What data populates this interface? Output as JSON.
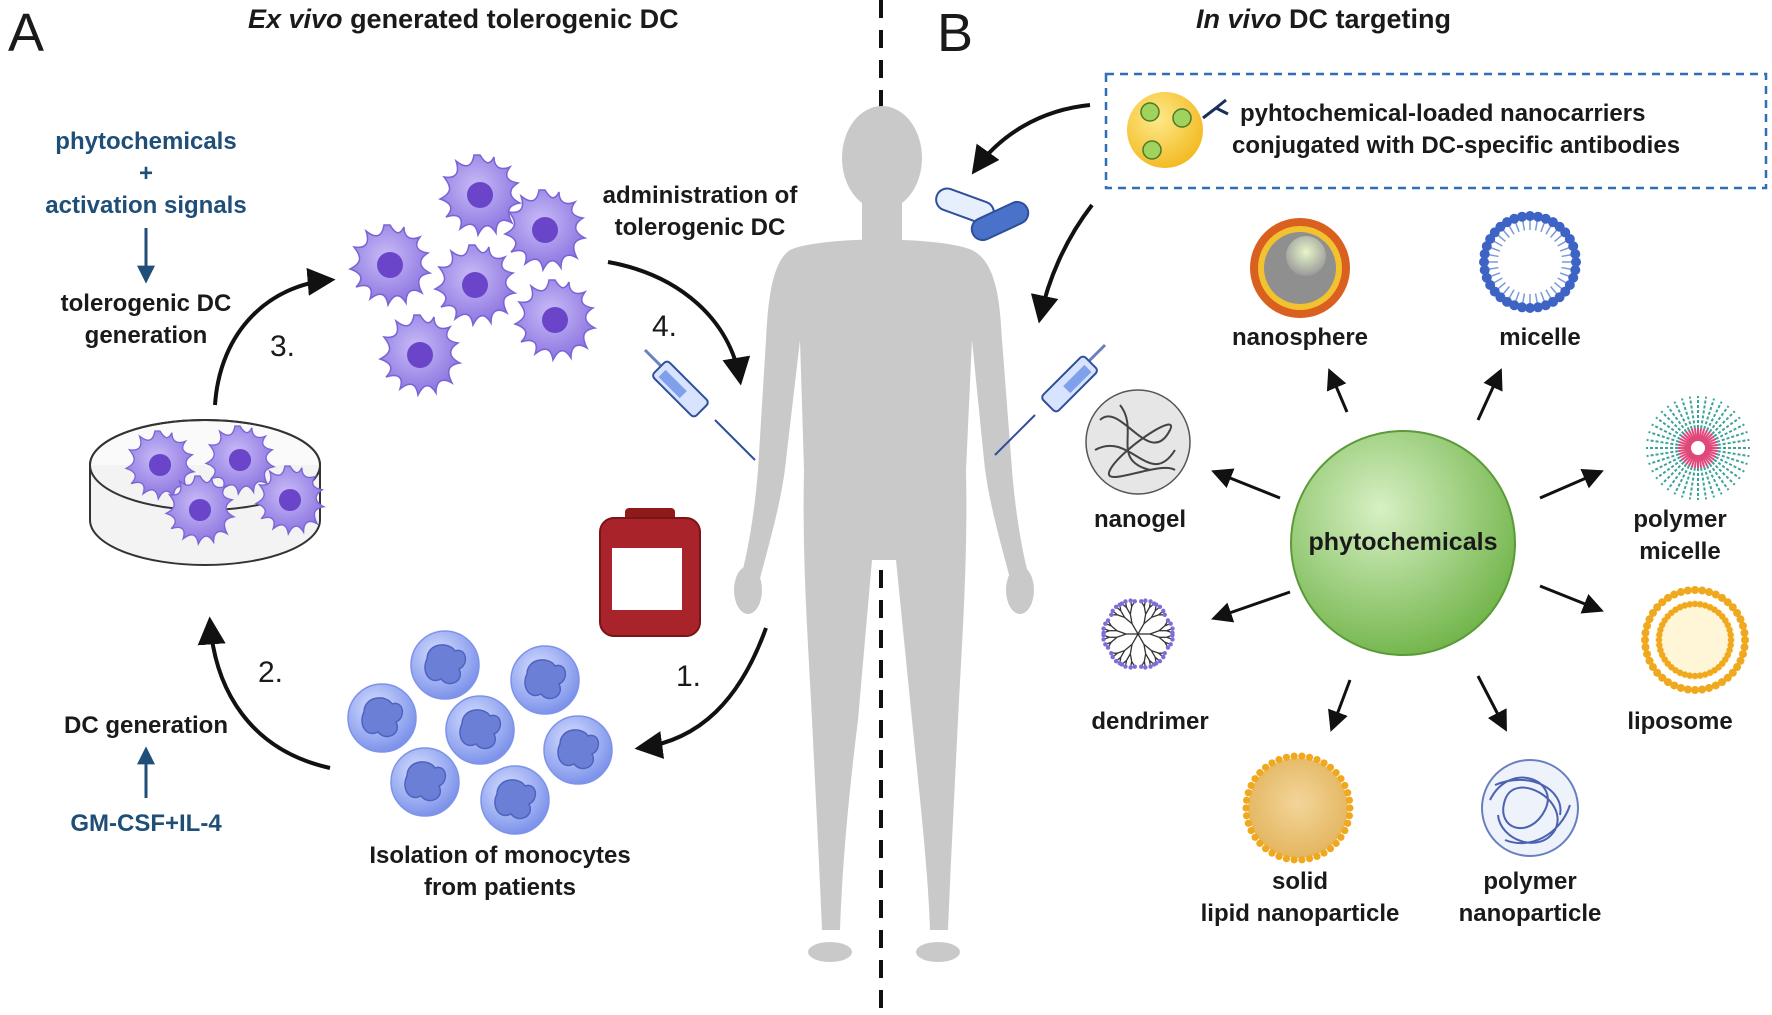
{
  "panelA": {
    "letter": "A",
    "title_italic": "Ex vivo",
    "title_rest": " generated tolerogenic DC",
    "top_input_line1": "phytochemicals",
    "top_input_plus": "+",
    "top_input_line2": "activation signals",
    "tolerogenic_gen_line1": "tolerogenic DC",
    "tolerogenic_gen_line2": "generation",
    "admin_line1": "administration of",
    "admin_line2": "tolerogenic DC",
    "dc_generation": "DC generation",
    "gmcsf": "GM-CSF+IL-4",
    "isolation_line1": "Isolation of monocytes",
    "isolation_line2": "from patients",
    "step1": "1.",
    "step2": "2.",
    "step3": "3.",
    "step4": "4."
  },
  "panelB": {
    "letter": "B",
    "title_italic": "In vivo",
    "title_rest": " DC targeting",
    "nanocarrier_line1": "pyhtochemical-loaded nanocarriers",
    "nanocarrier_line2": "conjugated with DC-specific antibodies",
    "center": "phytochemicals",
    "nanosphere": "nanosphere",
    "micelle": "micelle",
    "nanogel": "nanogel",
    "polymer_micelle_line1": "polymer",
    "polymer_micelle_line2": "micelle",
    "dendrimer": "dendrimer",
    "liposome": "liposome",
    "sln_line1": "solid",
    "sln_line2": "lipid nanoparticle",
    "polymer_np_line1": "polymer",
    "polymer_np_line2": "nanoparticle"
  },
  "colors": {
    "dc_cell": "#9b87e8",
    "monocyte": "#8aa0f0",
    "body": "#c9c9c9",
    "center_sphere": "#8cc766",
    "label_blue": "#1f4e79",
    "box_border": "#2e6fb5"
  }
}
